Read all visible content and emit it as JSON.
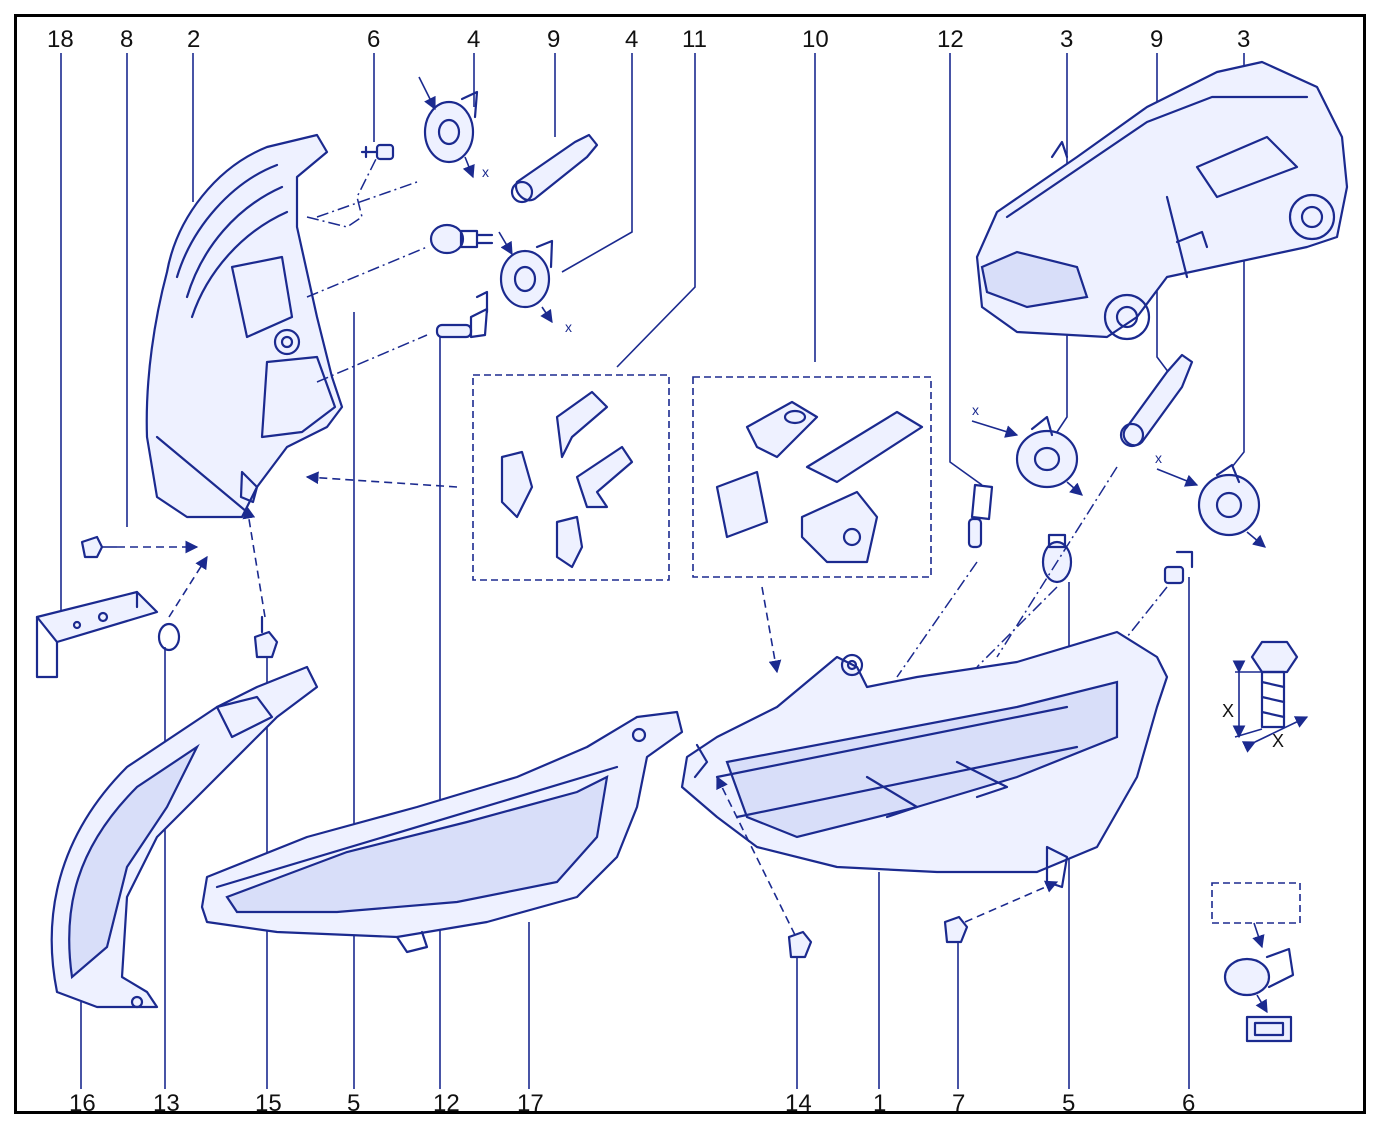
{
  "diagram": {
    "top_labels": [
      "18",
      "8",
      "2",
      "6",
      "4",
      "9",
      "4",
      "11",
      "10",
      "12",
      "3",
      "9",
      "3"
    ],
    "bottom_labels": [
      "16",
      "13",
      "15",
      "5",
      "12",
      "17",
      "14",
      "1",
      "7",
      "5",
      "6"
    ],
    "dimension_label": "X",
    "bulb_marker_label": "x"
  },
  "colors": {
    "line": "#1b2a8f",
    "text": "#111111",
    "border": "#000000",
    "background": "#ffffff"
  }
}
